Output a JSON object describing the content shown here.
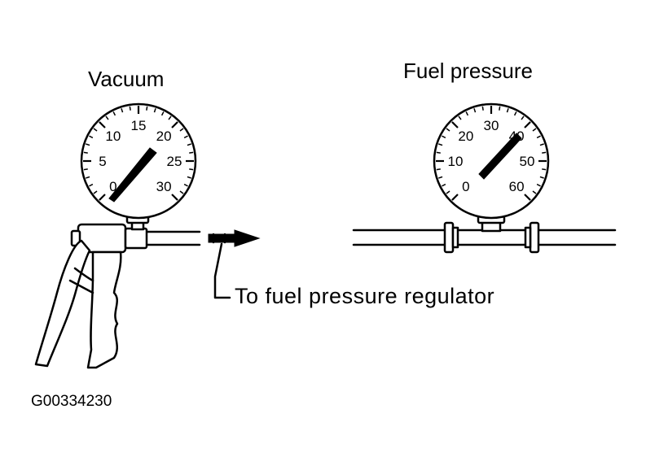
{
  "labels": {
    "vacuum": "Vacuum",
    "fuel_pressure": "Fuel pressure",
    "callout": "To fuel pressure regulator",
    "figure_code": "G00334230"
  },
  "vacuum_gauge": {
    "scale": [
      "0",
      "5",
      "10",
      "15",
      "20",
      "25",
      "30"
    ]
  },
  "fuel_gauge": {
    "scale": [
      "0",
      "10",
      "20",
      "30",
      "40",
      "50",
      "60"
    ]
  },
  "colors": {
    "ink": "#000000",
    "paper": "#ffffff"
  }
}
